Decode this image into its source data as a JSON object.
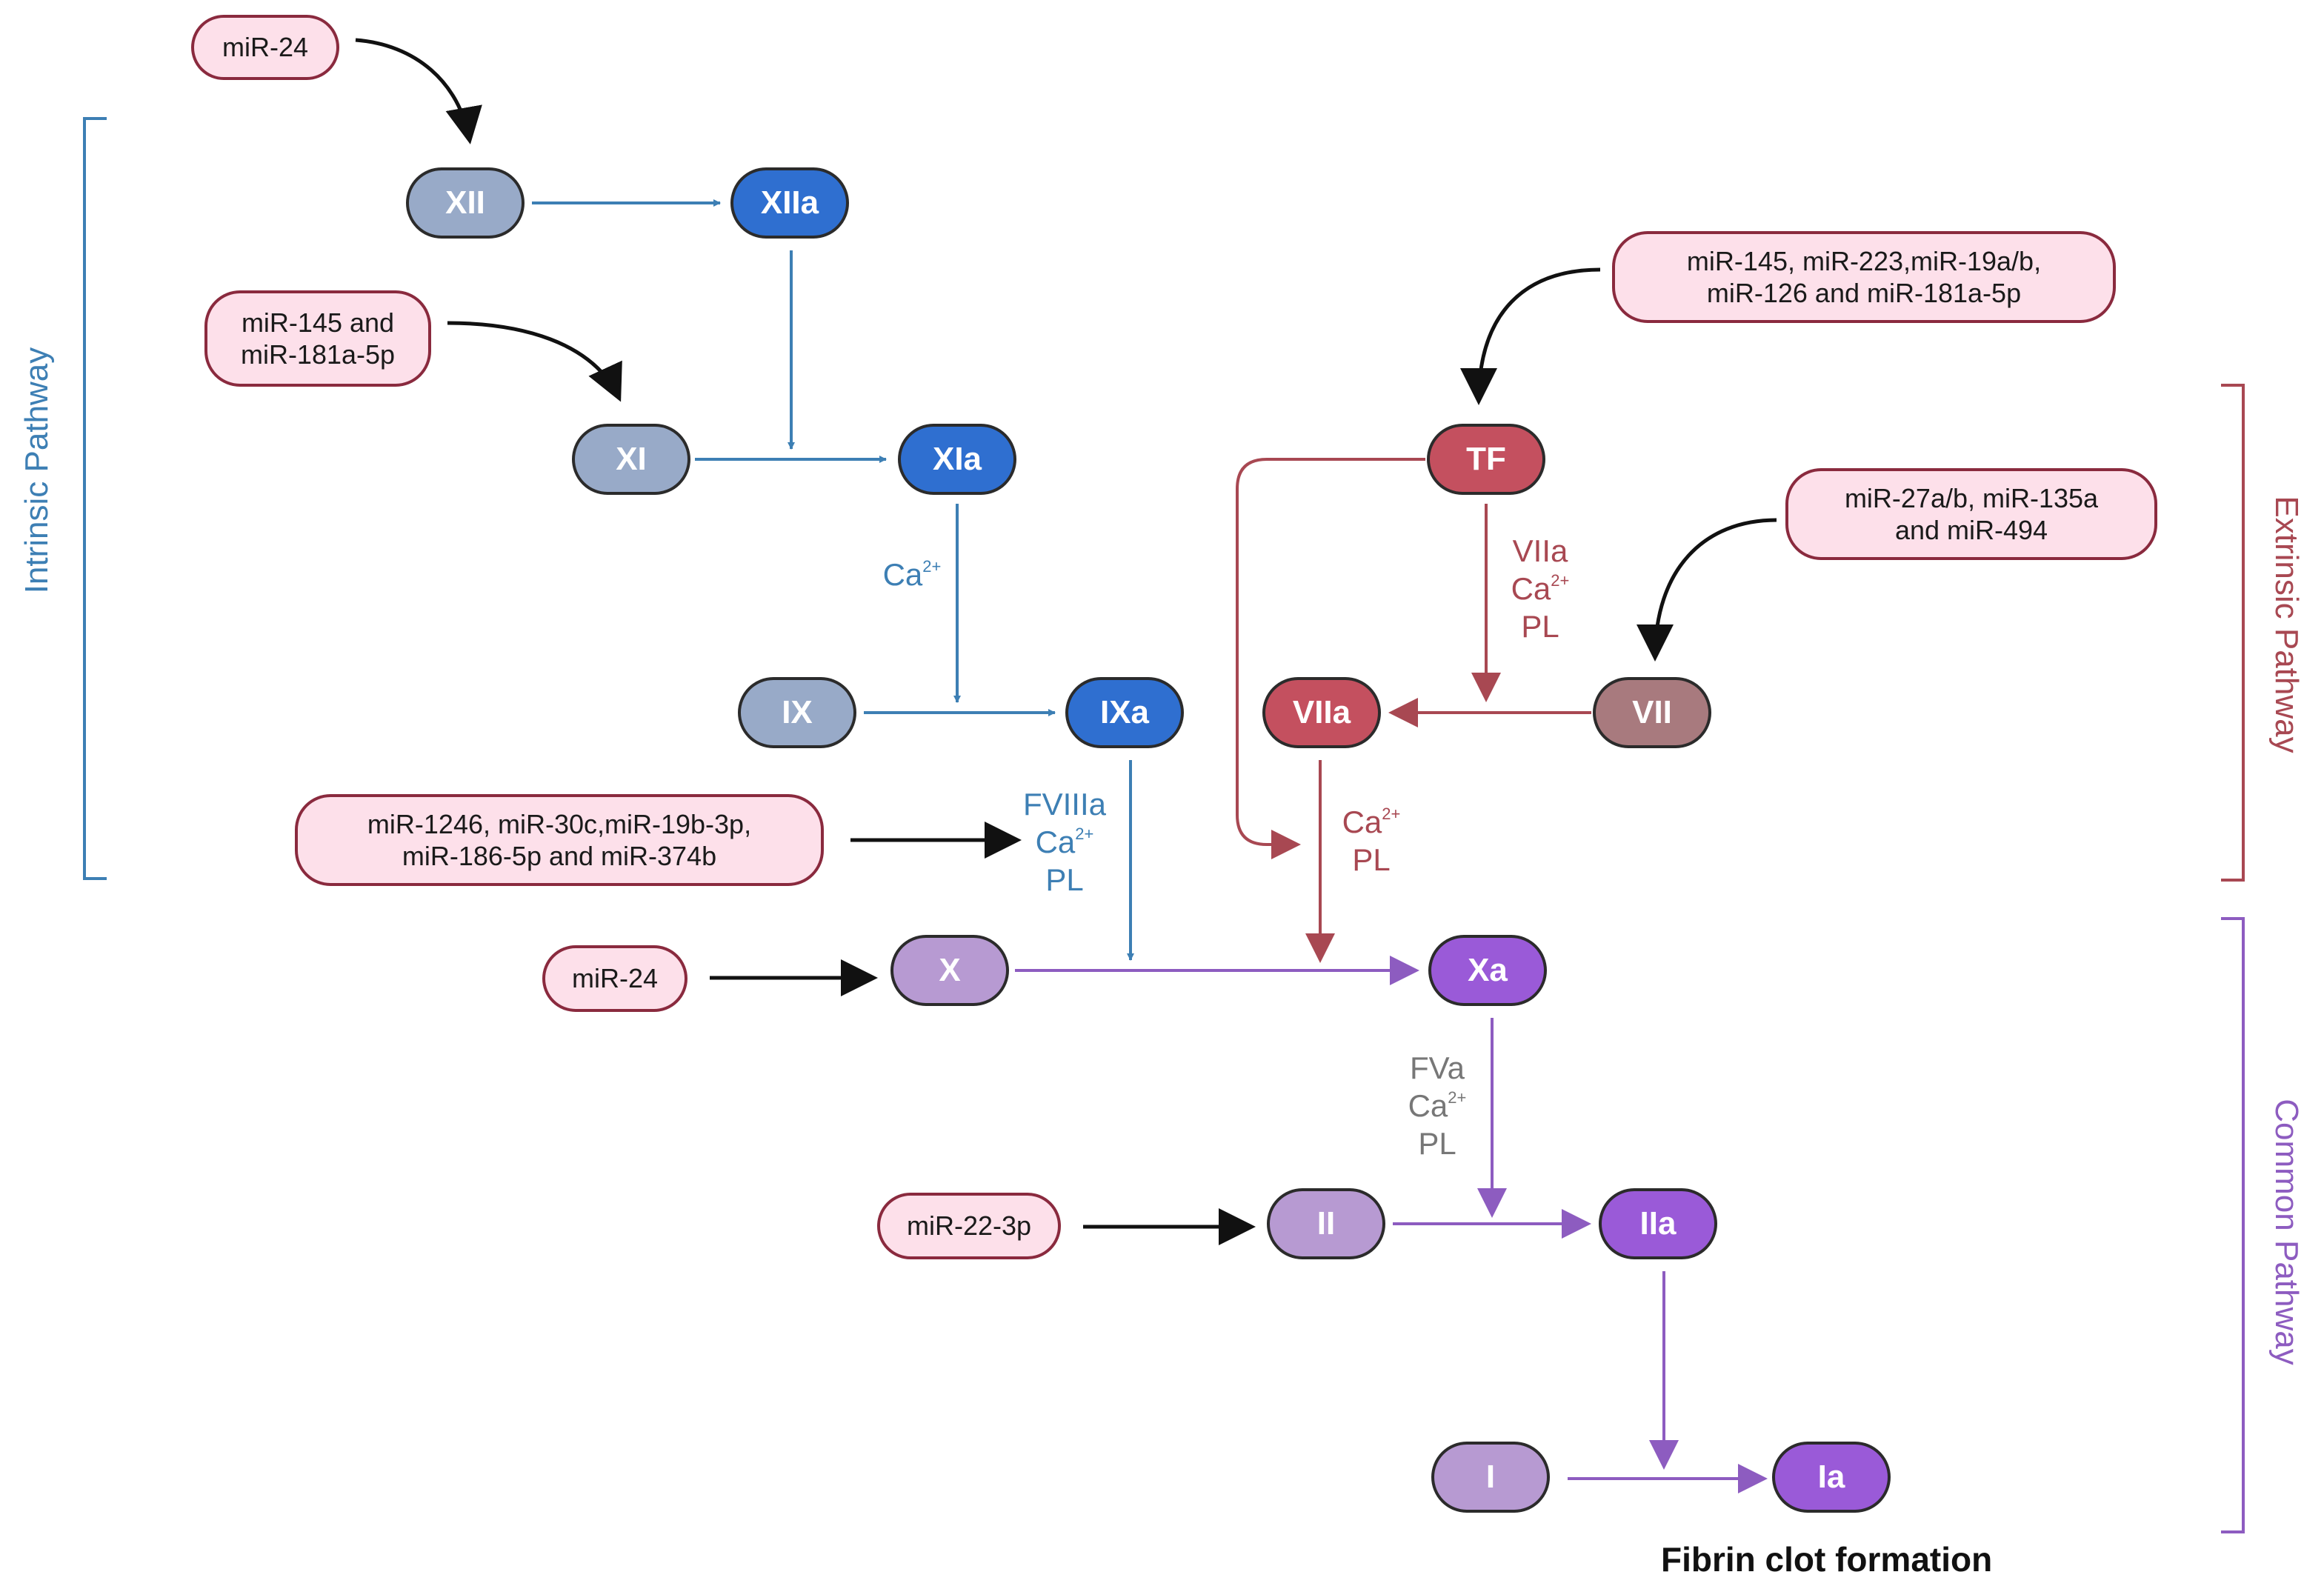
{
  "factors": {
    "XII": "XII",
    "XIIa": "XIIa",
    "XI": "XI",
    "XIa": "XIa",
    "IX": "IX",
    "IXa": "IXa",
    "TF": "TF",
    "VIIa": "VIIa",
    "VII": "VII",
    "X": "X",
    "Xa": "Xa",
    "II": "II",
    "IIa": "IIa",
    "I": "I",
    "Ia": "Ia"
  },
  "mirnas": {
    "mir24_top": [
      "miR-24"
    ],
    "mir145_181": [
      "miR-145 and",
      "miR-181a-5p"
    ],
    "mir_tf": [
      "miR-145, miR-223,miR-19a/b,",
      "miR-126 and miR-181a-5p"
    ],
    "mir_vii": [
      "miR-27a/b, miR-135a",
      "and miR-494"
    ],
    "mir_viii": [
      "miR-1246, miR-30c,miR-19b-3p,",
      "miR-186-5p and miR-374b"
    ],
    "mir24_x": [
      "miR-24"
    ],
    "mir22": [
      "miR-22-3p"
    ]
  },
  "cofactors": {
    "ca": "Ca",
    "sup": "2+",
    "fviiia": "FVIIIa",
    "viia": "VIIa",
    "fva": "FVa",
    "pl": "PL"
  },
  "pathways": {
    "intrinsic": "Intrinsic Pathway",
    "extrinsic": "Extrinsic Pathway",
    "common": "Common Pathway"
  },
  "caption": "Fibrin clot formation",
  "colors": {
    "intrinsic": "#3d7fb4",
    "extrinsic": "#a84852",
    "common": "#8d5cc0",
    "black": "#111111",
    "mir_fill": "#fde0ea",
    "mir_border": "#8a2a3e"
  }
}
